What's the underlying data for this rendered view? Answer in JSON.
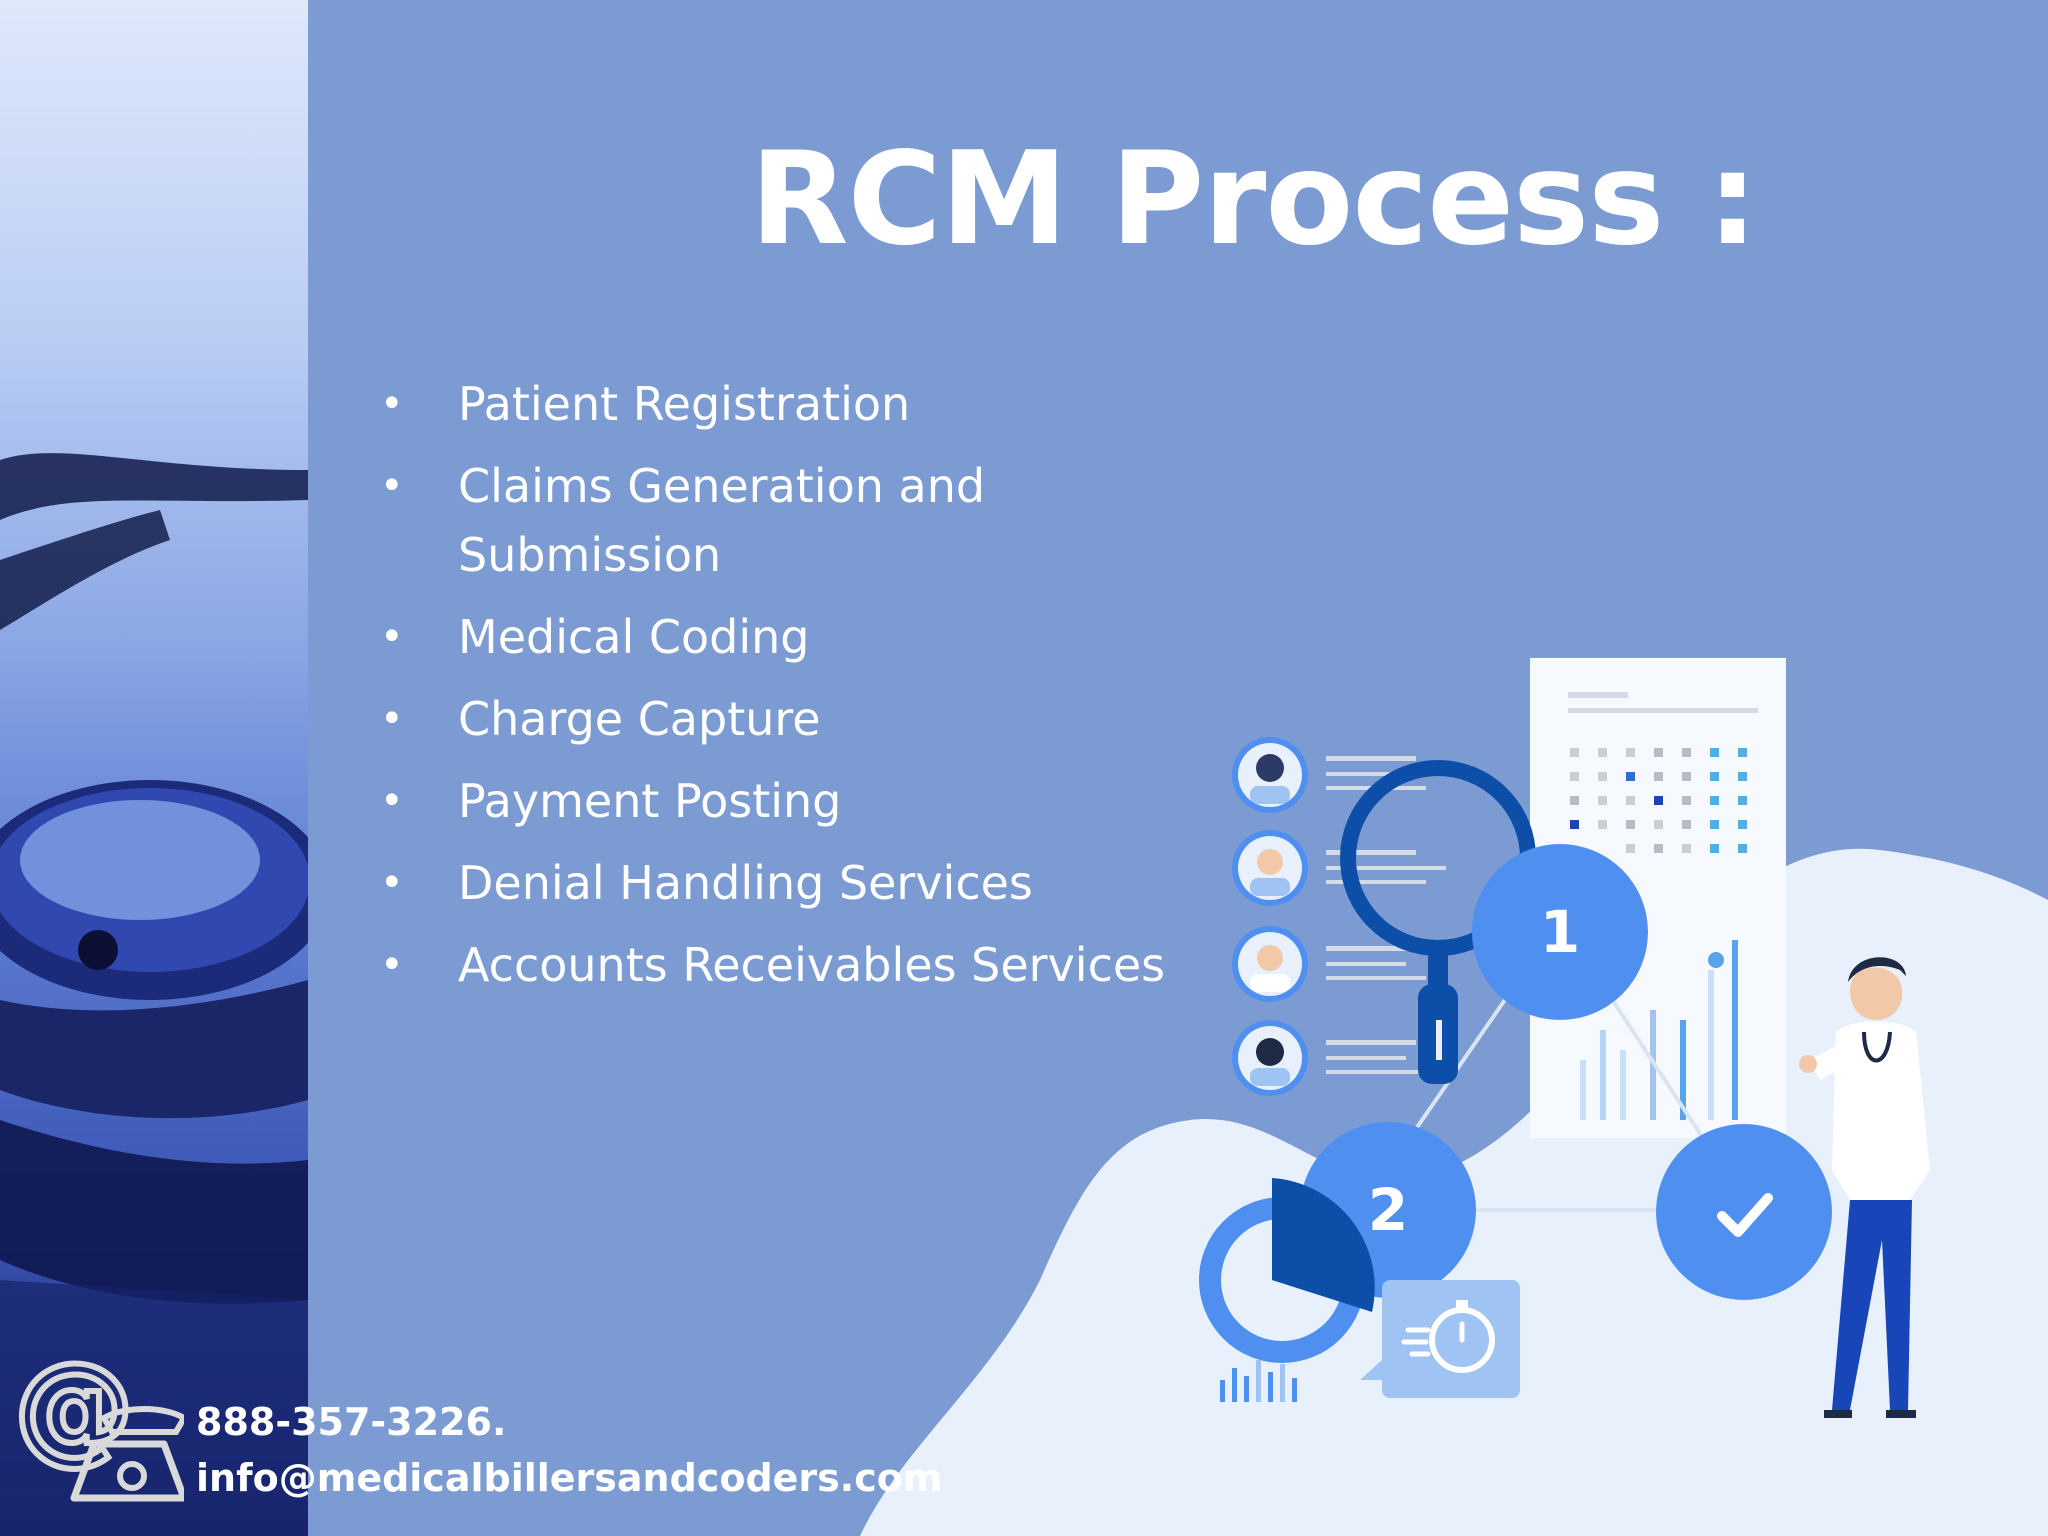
{
  "slide": {
    "title": "RCM Process :",
    "bullets": [
      "Patient Registration",
      "Claims Generation and Submission",
      "Medical Coding",
      "Charge Capture",
      "Payment Posting",
      "Denial Handling Services",
      "Accounts Receivables Services"
    ],
    "bullet_glyph": "•"
  },
  "illustration": {
    "step_one": "1",
    "step_two": "2"
  },
  "contact": {
    "phone": "888-357-3226.",
    "email": "info@medicalbillersandcoders.com"
  },
  "colors": {
    "background": "#7b9bd2",
    "accent_blue": "#4f8ff0",
    "dark_blue": "#0d4fa8",
    "blob": "#e8f1fb"
  }
}
